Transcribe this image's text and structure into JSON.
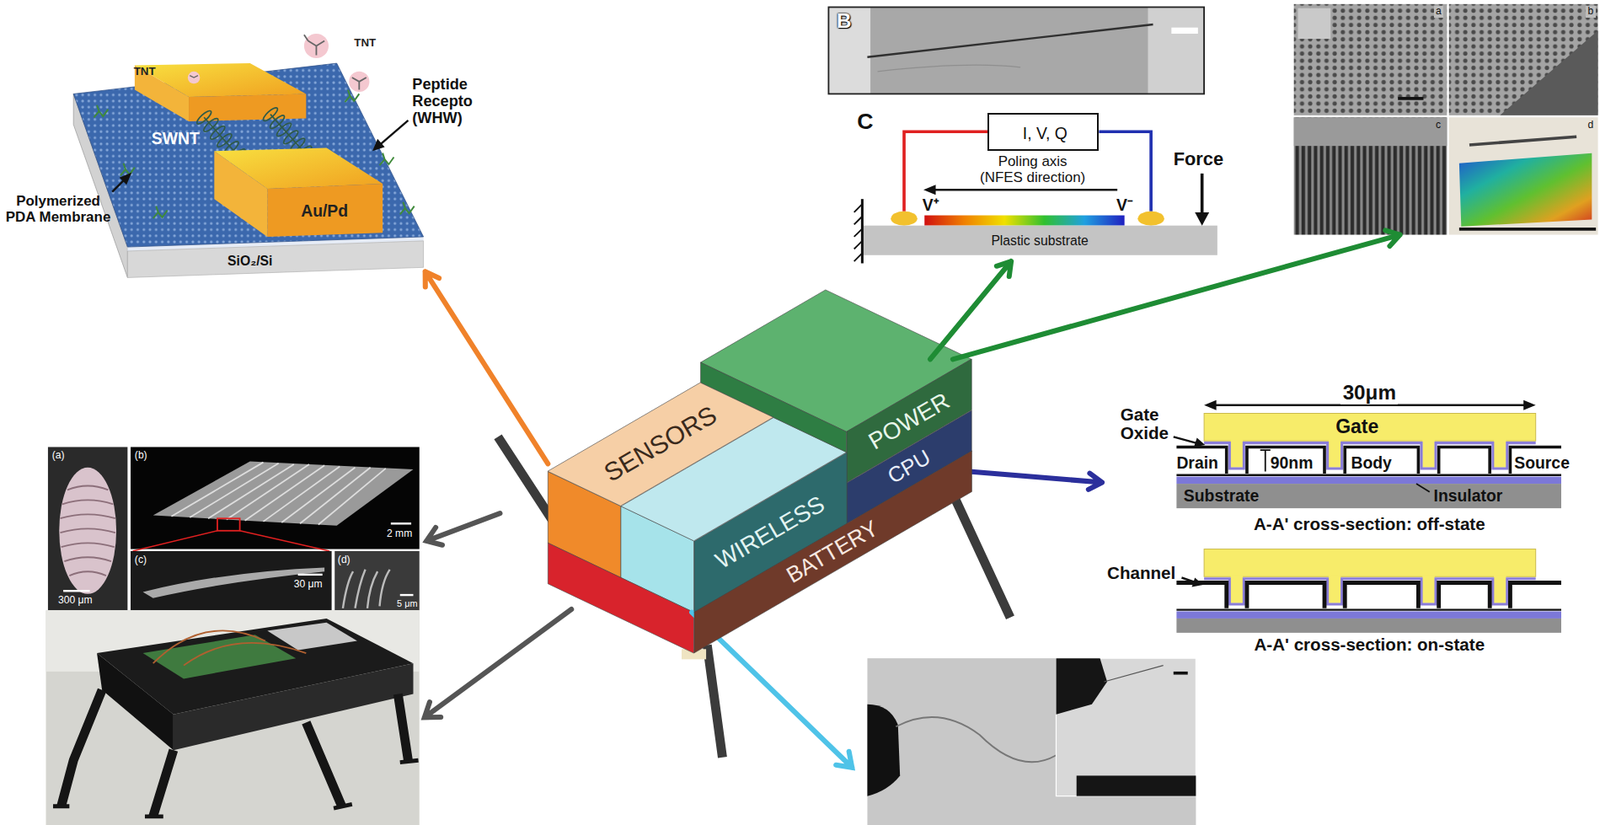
{
  "diagram": {
    "nodes": [
      {
        "text": [
          "SENSORS"
        ]
      },
      {
        "text": [
          "POWER"
        ]
      },
      {
        "text": [
          "CPU"
        ]
      },
      {
        "text": [
          "WIRELESS"
        ]
      },
      {
        "text": [
          "BATTERY"
        ]
      },
      {
        "text": [
          "TNT",
          "TNT",
          "Peptide Recepto (WHW)",
          "SWNT",
          "Au/Pd",
          "Polymerized PDA Membrane",
          "SiO₂/Si"
        ]
      },
      {
        "text": [
          "B"
        ]
      },
      {
        "text": [
          "C",
          "Poling axis (NFES direction)",
          "V⁺",
          "V⁻",
          "Force",
          "Plastic substrate"
        ]
      },
      {
        "text": [
          "I, V, Q"
        ],
        "in": 7
      },
      {
        "text": [
          "a",
          "b",
          "c",
          "d"
        ]
      },
      {
        "text": [
          "30μm",
          "Gate",
          "Gate Oxide",
          "Drain",
          "90nm",
          "Body",
          "Source",
          "Substrate",
          "Insulator",
          "A-A' cross-section: off-state",
          "Channel",
          "A-A' cross-section: on-state"
        ]
      },
      {
        "text": [
          "(a)",
          "(b)",
          "(c)",
          "(d)",
          "300 μm",
          "2 mm",
          "30 μm",
          "5 μm"
        ]
      }
    ],
    "edges": [
      {
        "from": 0,
        "to": 5,
        "arrow": "to"
      },
      {
        "from": 1,
        "to": 7,
        "arrow": "to"
      },
      {
        "from": 1,
        "to": 9,
        "arrow": "to"
      },
      {
        "from": 2,
        "to": 10,
        "arrow": "to"
      }
    ]
  }
}
